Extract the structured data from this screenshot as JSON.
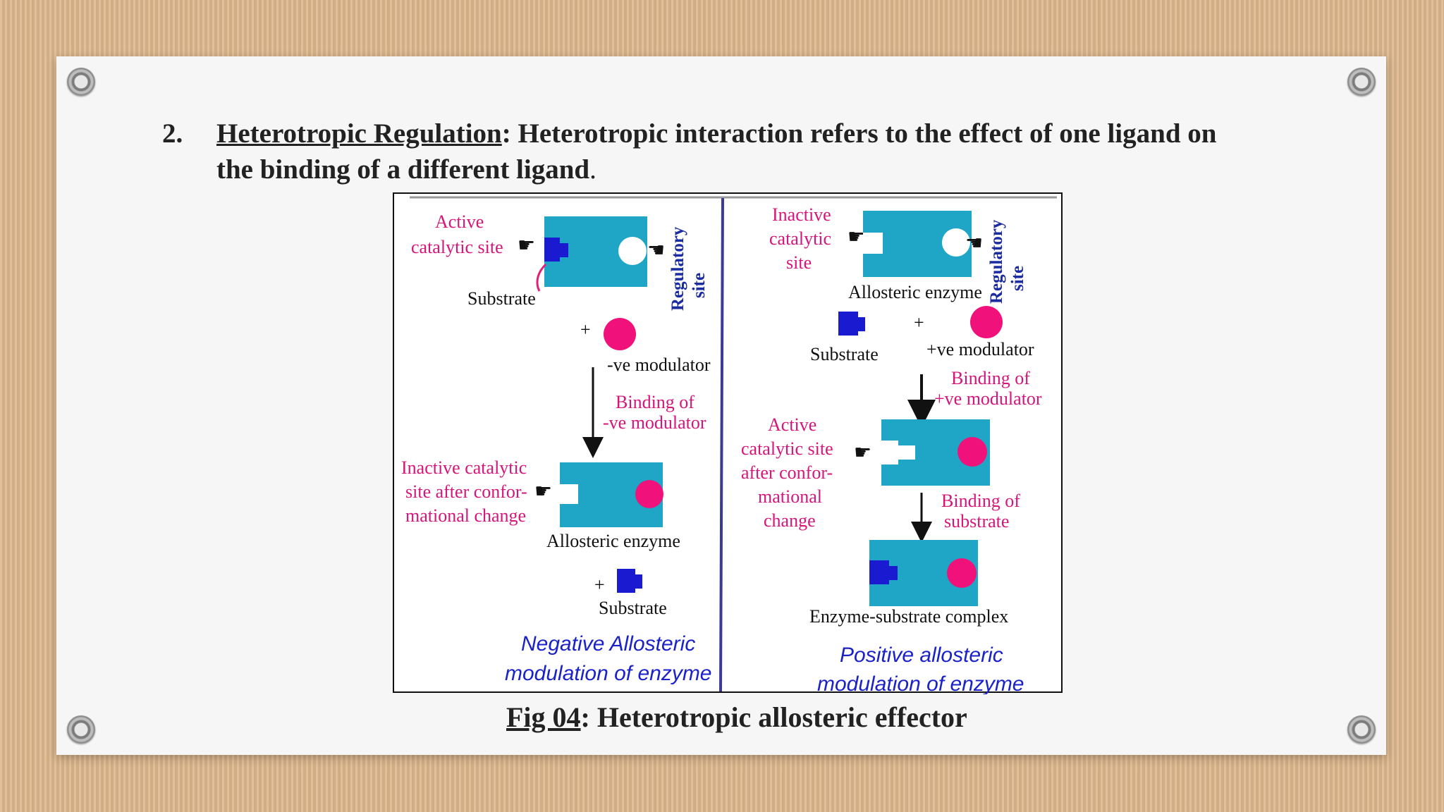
{
  "heading": {
    "number": "2.",
    "term": "Heterotropic Regulation",
    "definition": ": Heterotropic interaction refers to the effect of one ligand on the binding of a different ligand",
    "end": "."
  },
  "colors": {
    "enzyme": "#1fa6c6",
    "substrate": "#1a1ad0",
    "modulator": "#f0127a",
    "label_pink": "#d6157a",
    "label_blue": "#1a22c8"
  },
  "diagram": {
    "left": {
      "active_site": [
        "Active",
        "catalytic site"
      ],
      "regulatory_site": [
        "Regulatory",
        "site"
      ],
      "substrate": "Substrate",
      "plus1": "+",
      "modulator": "-ve modulator",
      "binding": [
        "Binding of",
        "-ve modulator"
      ],
      "inactive_site": [
        "Inactive catalytic",
        "site after confor-",
        "mational change"
      ],
      "enzyme": "Allosteric enzyme",
      "plus2": "+",
      "substrate2": "Substrate",
      "title": [
        "Negative Allosteric",
        "modulation of enzyme"
      ]
    },
    "right": {
      "inactive_site": [
        "Inactive",
        "catalytic",
        "site"
      ],
      "regulatory_site": [
        "Regulatory",
        "site"
      ],
      "enzyme": "Allosteric enzyme",
      "substrate": "Substrate",
      "plus": "+",
      "modulator": "+ve modulator",
      "binding1": [
        "Binding of",
        "+ve modulator"
      ],
      "active_site": [
        "Active",
        "catalytic site",
        "after confor-",
        "mational",
        "change"
      ],
      "binding2": [
        "Binding of",
        "substrate"
      ],
      "complex": "Enzyme-substrate complex",
      "title": [
        "Positive allosteric",
        "modulation of enzyme"
      ]
    }
  },
  "caption": {
    "label": "Fig 04",
    "text": ": Heterotropic allosteric effector"
  }
}
